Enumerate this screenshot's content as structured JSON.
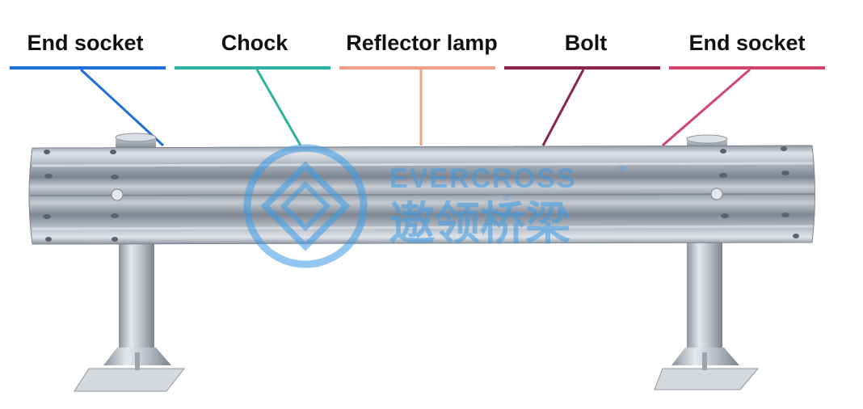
{
  "callouts": [
    {
      "label": "End socket",
      "color": "#1f6fd6"
    },
    {
      "label": "Chock",
      "color": "#2fb3a0"
    },
    {
      "label": "Reflector lamp",
      "color": "#f0a089"
    },
    {
      "label": "Bolt",
      "color": "#8c2546"
    },
    {
      "label": "End socket",
      "color": "#d1456e"
    }
  ],
  "watermark": {
    "brand": "EVERCROSS",
    "brand_cn": "遨领桥梁",
    "registered_mark": "®",
    "color": "#3b9be6"
  },
  "object": {
    "name": "W-beam guardrail",
    "metal_color": "#b4bac3"
  }
}
